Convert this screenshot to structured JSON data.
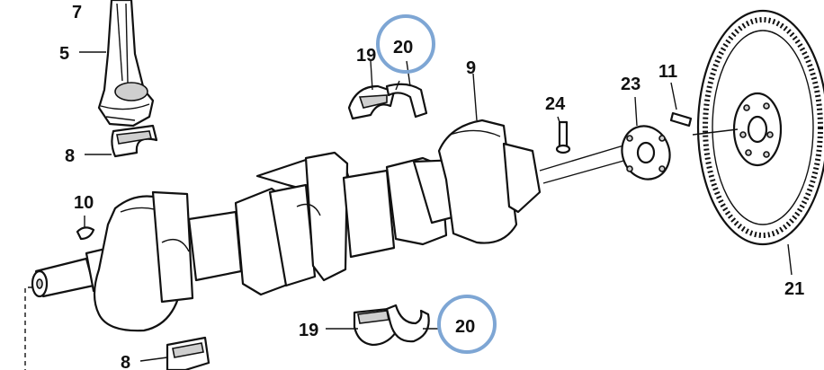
{
  "labels": {
    "n7": "7",
    "n5": "5",
    "n8_top": "8",
    "n10": "10",
    "n19_top": "19",
    "n20_top": "20",
    "n9": "9",
    "n24": "24",
    "n23": "23",
    "n11": "11",
    "n21": "21",
    "n19_bottom": "19",
    "n20_bottom": "20",
    "n8_bottom": "8"
  },
  "highlight_color": "#7ea6d4"
}
